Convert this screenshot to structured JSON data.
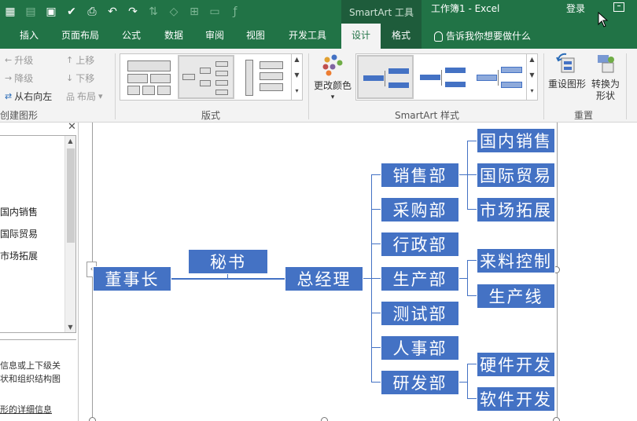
{
  "quick_access": {
    "icons": [
      "excel-app-icon",
      "grid-icon",
      "save-icon",
      "check-icon",
      "print-preview-icon",
      "undo-icon",
      "redo-icon",
      "sort-icon",
      "shape-icon",
      "format-icon",
      "clipboard-icon",
      "function-icon"
    ]
  },
  "titlebar": {
    "context_label": "SmartArt 工具",
    "doc_title": "工作簿1  -  Excel",
    "login": "登录"
  },
  "tabs": [
    "插入",
    "页面布局",
    "公式",
    "数据",
    "审阅",
    "视图",
    "开发工具",
    "设计",
    "格式"
  ],
  "active_tab": "设计",
  "tell_me": "告诉我你想要做什么",
  "ribbon": {
    "create_graphic": {
      "promote": "升级",
      "demote": "降级",
      "right_to_left": "从右向左",
      "move_up": "上移",
      "move_down": "下移",
      "layout": "布局",
      "label": "创建图形"
    },
    "layouts": {
      "label": "版式"
    },
    "styles": {
      "change_colors": "更改颜色",
      "label": "SmartArt 样式"
    },
    "reset": {
      "reset_graphic": "重设图形",
      "convert_to_shapes": "转换为形状",
      "label": "重置"
    }
  },
  "text_pane": {
    "items": [
      "国内销售",
      "国际贸易",
      "市场拓展"
    ],
    "desc_lines": [
      "信息或上下级关",
      "状和组织结构图",
      "形的详细信息"
    ]
  },
  "org_chart": {
    "nodes": {
      "chairman": "董事长",
      "secretary": "秘书",
      "gm": "总经理",
      "sales": "销售部",
      "purchasing": "采购部",
      "admin": "行政部",
      "production": "生产部",
      "testing": "测试部",
      "hr": "人事部",
      "rnd": "研发部",
      "domestic_sales": "国内销售",
      "intl_trade": "国际贸易",
      "market_expansion": "市场拓展",
      "material_control": "来料控制",
      "production_line": "生产线",
      "hardware_dev": "硬件开发",
      "software_dev": "软件开发"
    },
    "color": "#4472C4"
  },
  "colors": {
    "excel_green": "#217346",
    "context_dark": "#1E5C3B",
    "smartart_blue": "#4472C4"
  }
}
